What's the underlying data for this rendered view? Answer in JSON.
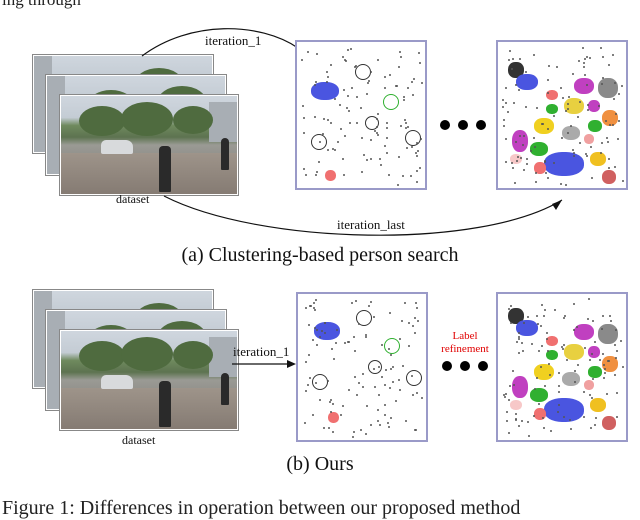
{
  "top_text": "ing through",
  "panel_a": {
    "caption": "(a) Clustering-based person search",
    "dataset_label": "dataset",
    "arrow_top_label": "iteration_1",
    "arrow_bottom_label": "iteration_last"
  },
  "panel_b": {
    "caption": "(b) Ours",
    "dataset_label": "dataset",
    "arrow_label": "iteration_1",
    "refine_label_line1": "Label",
    "refine_label_line2": "refinement"
  },
  "figure_caption": "Figure 1: Differences in operation between our proposed method",
  "colors": {
    "panel_border": "#9a9ac8",
    "refine_label": "#e00000",
    "blue_cluster": "#4a55e0",
    "red_cluster": "#f07070",
    "green_cluster": "#30b030"
  }
}
